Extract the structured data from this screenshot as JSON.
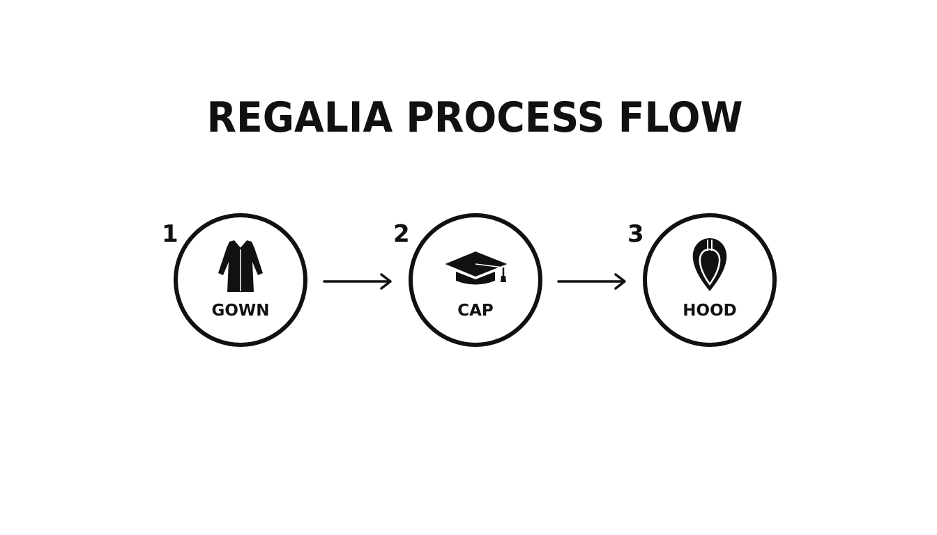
{
  "title": "REGALIA PROCESS FLOW",
  "steps": [
    {
      "number": "1",
      "label": "GOWN",
      "icon": "gown-icon"
    },
    {
      "number": "2",
      "label": "CAP",
      "icon": "graduation-cap-icon"
    },
    {
      "number": "3",
      "label": "HOOD",
      "icon": "hood-icon"
    }
  ],
  "colors": {
    "ink": "#111111",
    "background": "#ffffff"
  }
}
